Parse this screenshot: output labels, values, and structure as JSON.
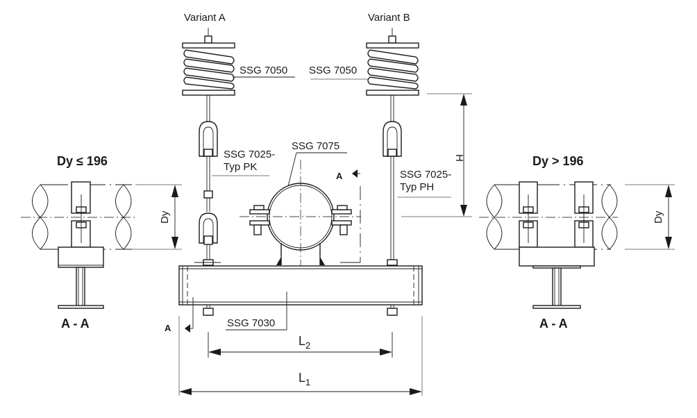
{
  "drawing": {
    "variants": {
      "a": "Variant A",
      "b": "Variant B"
    },
    "labels": {
      "spring_a": "SSG 7050",
      "spring_b": "SSG 7050",
      "clamp": "SSG 7075",
      "hanger_pk_line1": "SSG 7025-",
      "hanger_pk_line2": "Typ PK",
      "hanger_ph_line1": "SSG 7025-",
      "hanger_ph_line2": "Typ PH",
      "beam": "SSG 7030"
    },
    "dimensions": {
      "height": "H",
      "l2_main": "L",
      "l2_sub": "2",
      "l1_main": "L",
      "l1_sub": "1",
      "dy": "Dy"
    },
    "section_marks": {
      "top": "A",
      "bottom": "A"
    },
    "left_section": {
      "condition": "Dy ≤ 196",
      "title": "A - A"
    },
    "right_section": {
      "condition": "Dy > 196",
      "title": "A - A"
    }
  }
}
